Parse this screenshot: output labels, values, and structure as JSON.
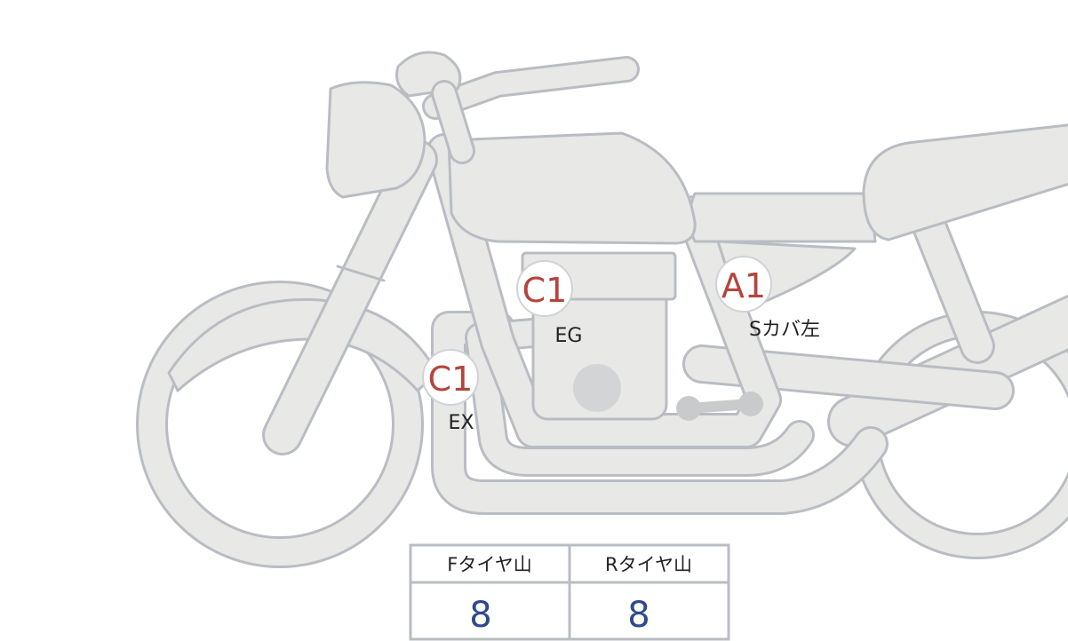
{
  "markers": [
    {
      "id": "engine",
      "grade": "C1",
      "part": "EG"
    },
    {
      "id": "exhaust",
      "grade": "C1",
      "part": "EX"
    },
    {
      "id": "side-cover-left",
      "grade": "A1",
      "part": "Sカバ左"
    }
  ],
  "tire_table": {
    "front": {
      "header": "Fタイヤ山",
      "value": "8"
    },
    "rear": {
      "header": "Rタイヤ山",
      "value": "8"
    }
  },
  "colors": {
    "body_fill": "#e8e8e6",
    "outline": "#b9bdc3",
    "grade_text": "#b5443e",
    "value_text": "#2e4a8c"
  }
}
